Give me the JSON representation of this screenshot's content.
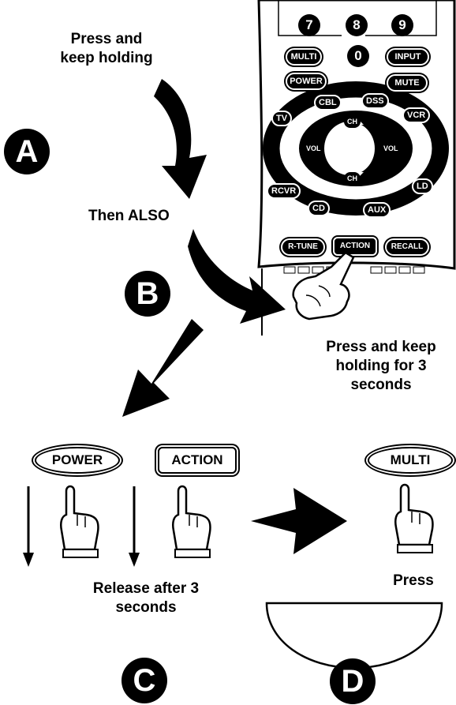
{
  "instructions": {
    "press_and_hold": "Press and\nkeep holding",
    "then_also": "Then ALSO",
    "press_keep_3s": "Press and keep\nholding for 3\nseconds",
    "release_after": "Release after 3\nseconds",
    "press": "Press"
  },
  "steps": {
    "a": "A",
    "b": "B",
    "c": "C",
    "d": "D"
  },
  "remote": {
    "numbers": [
      "7",
      "8",
      "9",
      "0"
    ],
    "multi": "MULTI",
    "input": "INPUT",
    "power": "POWER",
    "mute": "MUTE",
    "tv": "TV",
    "cbl": "CBL",
    "dss": "DSS",
    "vcr": "VCR",
    "rcvr": "RCVR",
    "cd": "CD",
    "aux": "AUX",
    "ld": "LD",
    "ch_up": "CH",
    "ch_down": "CH",
    "vol_left": "VOL",
    "vol_right": "VOL",
    "rtune": "R-TUNE",
    "action": "ACTION",
    "recall": "RECALL"
  },
  "sequence": {
    "power": "POWER",
    "action": "ACTION",
    "multi": "MULTI"
  }
}
